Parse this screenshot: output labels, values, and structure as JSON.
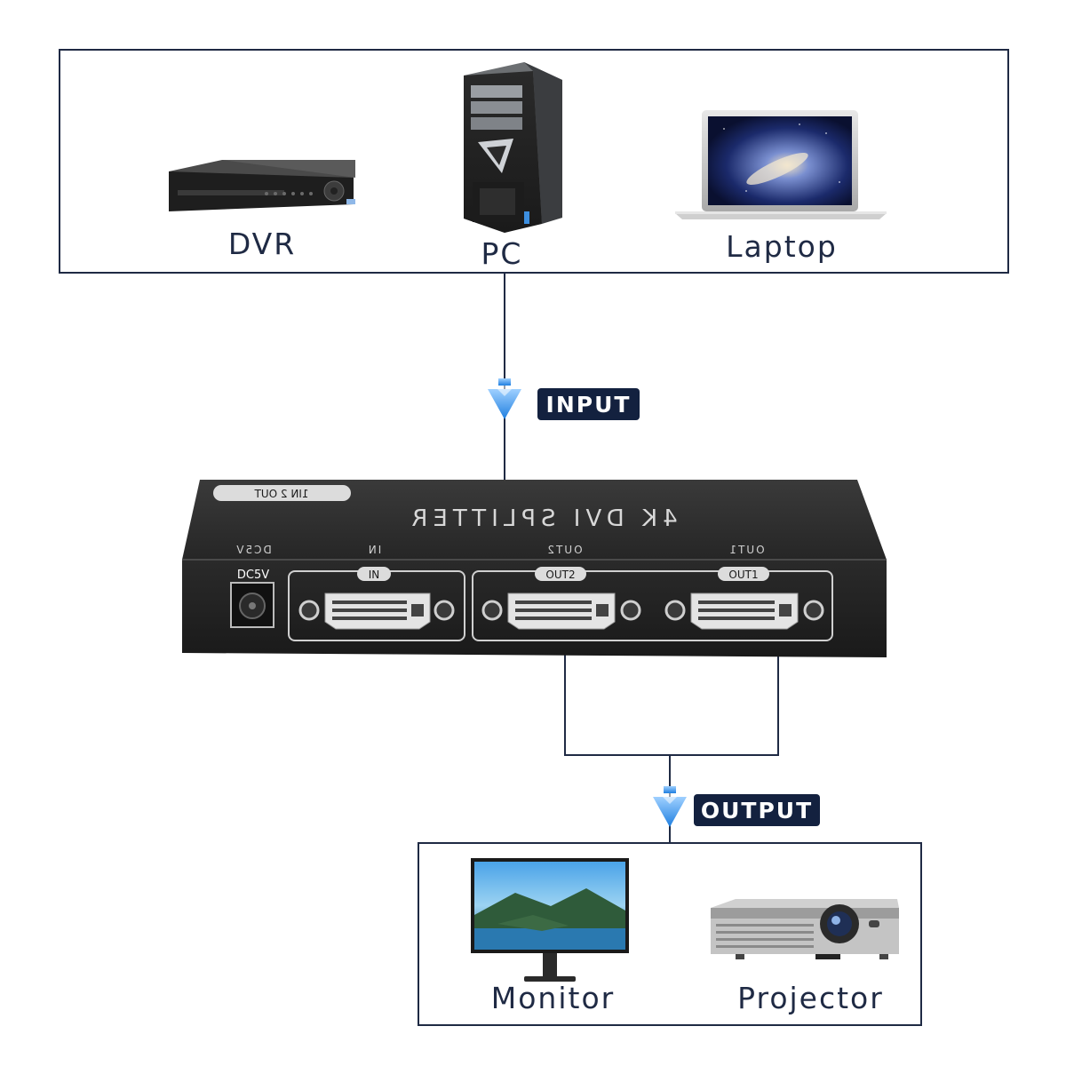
{
  "sources": {
    "dvr_label": "DVR",
    "pc_label": "PC",
    "laptop_label": "Laptop"
  },
  "input_tag": "INPUT",
  "output_tag": "OUTPUT",
  "splitter": {
    "top_title": "4K DVI SPLITTER",
    "top_badge": "1IN 2 OUT",
    "top_port_labels": [
      "DC5V",
      "IN",
      "OUT2",
      "OUT1"
    ],
    "power_label": "DC5V",
    "in_label": "IN",
    "out2_label": "OUT2",
    "out1_label": "OUT1"
  },
  "outputs": {
    "monitor_label": "Monitor",
    "projector_label": "Projector"
  },
  "colors": {
    "frame": "#1f2a44",
    "tag_bg": "#13213f",
    "arrow": "#2e8fe8",
    "device_body": "#2b2b2b"
  }
}
